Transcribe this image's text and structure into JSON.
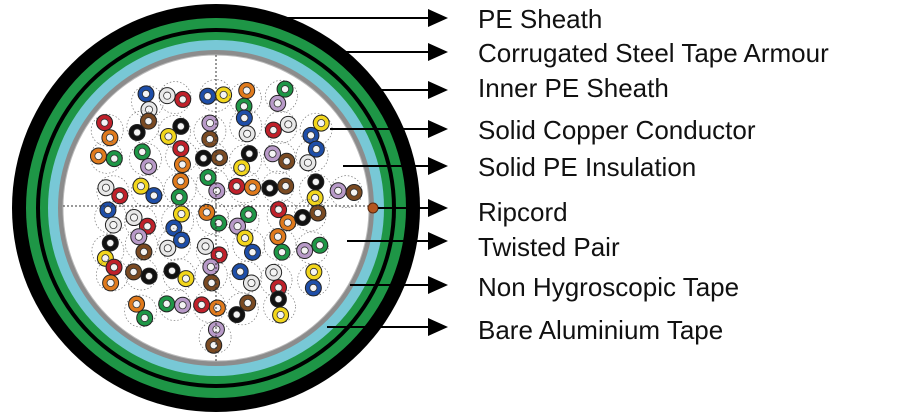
{
  "labels": [
    "PE Sheath",
    "Corrugated Steel Tape Armour",
    "Inner PE Sheath",
    "Solid Copper Conductor",
    "Solid PE Insulation",
    "Ripcord",
    "Twisted Pair",
    "Non Hygroscopic Tape",
    "Bare Aluminium Tape"
  ],
  "colors": {
    "pe_sheath": "#000000",
    "armour": "#1e9646",
    "inner_sheath": "#78c8d6",
    "aluminium_tape": "#8c8c8c",
    "core_background": "#ffffff",
    "ripcord": "#b4561e",
    "insulation_palette": [
      "#1e4ea8",
      "#e8e8e8",
      "#f2d61c",
      "#e07a1c",
      "#1e9646",
      "#c0202a",
      "#7a4a22",
      "#111111",
      "#b89ac8"
    ]
  }
}
